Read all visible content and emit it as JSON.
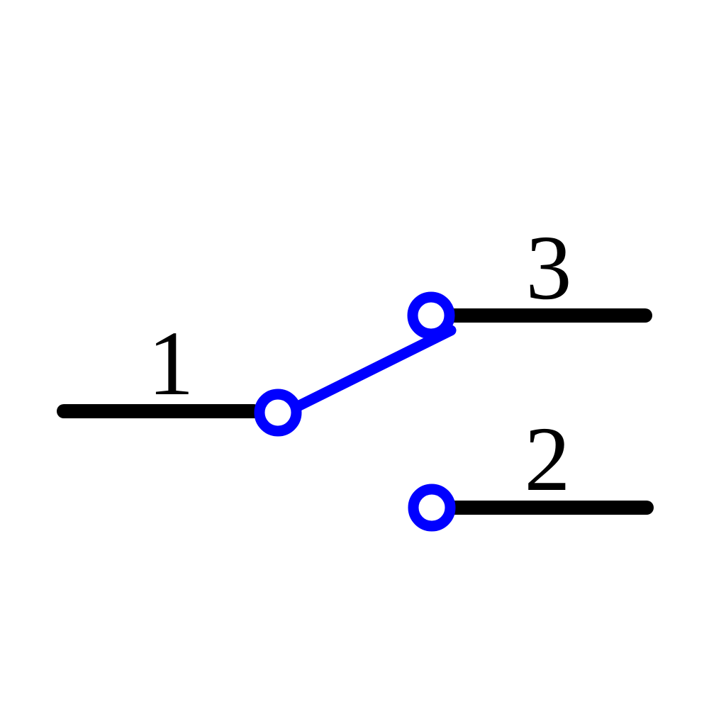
{
  "schematic": {
    "terminals": {
      "pole": {
        "label": "1"
      },
      "throw_top": {
        "label": "3"
      },
      "throw_bottom": {
        "label": "2"
      }
    },
    "switch_state": "pole 1 connected to throw 3",
    "colors": {
      "wire": "#000000",
      "contact": "#0000ff",
      "contact_fill": "#ffffff",
      "label": "#000000",
      "background": "#ffffff"
    }
  }
}
